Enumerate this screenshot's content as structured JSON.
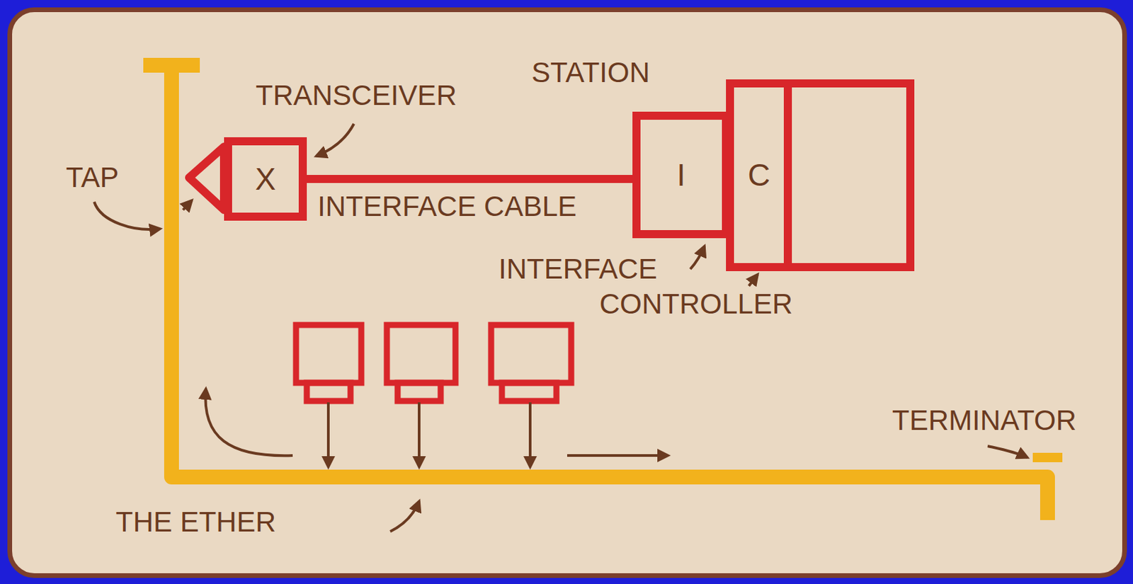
{
  "diagram": {
    "nodes": [
      {
        "text": [
          "X"
        ]
      },
      {
        "text": [
          "I"
        ]
      },
      {
        "text": [
          "C"
        ]
      }
    ],
    "edges": [
      {
        "from": 0,
        "to": 1,
        "arrow": "none",
        "label": "INTERFACE CABLE"
      }
    ],
    "labels": [
      "STATION",
      "TRANSCEIVER",
      "TAP",
      "INTERFACE",
      "CONTROLLER",
      "TERMINATOR",
      "THE ETHER"
    ]
  }
}
